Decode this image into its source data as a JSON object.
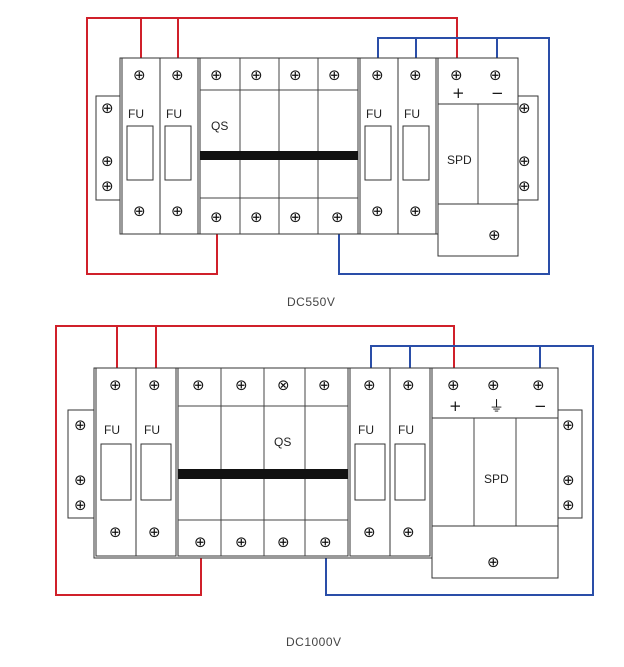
{
  "colors": {
    "positive_wire": "#d0202a",
    "negative_wire": "#2a4ea8",
    "outline": "#333333",
    "bar": "#111111"
  },
  "icons": {
    "terminal": "screw-terminal-icon",
    "ground": "ground-icon"
  },
  "diagram_top": {
    "caption": "DC550V",
    "fuse_labels": [
      "FU",
      "FU",
      "FU",
      "FU"
    ],
    "switch_label": "QS",
    "spd_label": "SPD",
    "spd_symbols": [
      "+",
      "−"
    ]
  },
  "diagram_bottom": {
    "caption": "DC1000V",
    "fuse_labels": [
      "FU",
      "FU",
      "FU",
      "FU"
    ],
    "switch_label": "QS",
    "spd_label": "SPD",
    "spd_symbols": [
      "+",
      "⏚",
      "−"
    ]
  }
}
